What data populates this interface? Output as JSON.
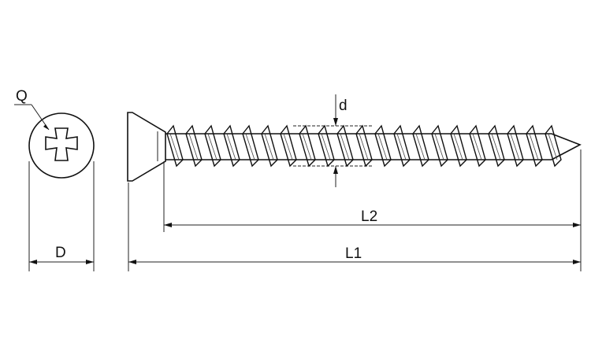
{
  "labels": {
    "recess": "Q",
    "head_diameter": "D",
    "thread_diameter": "d",
    "thread_length": "L2",
    "total_length": "L1"
  }
}
